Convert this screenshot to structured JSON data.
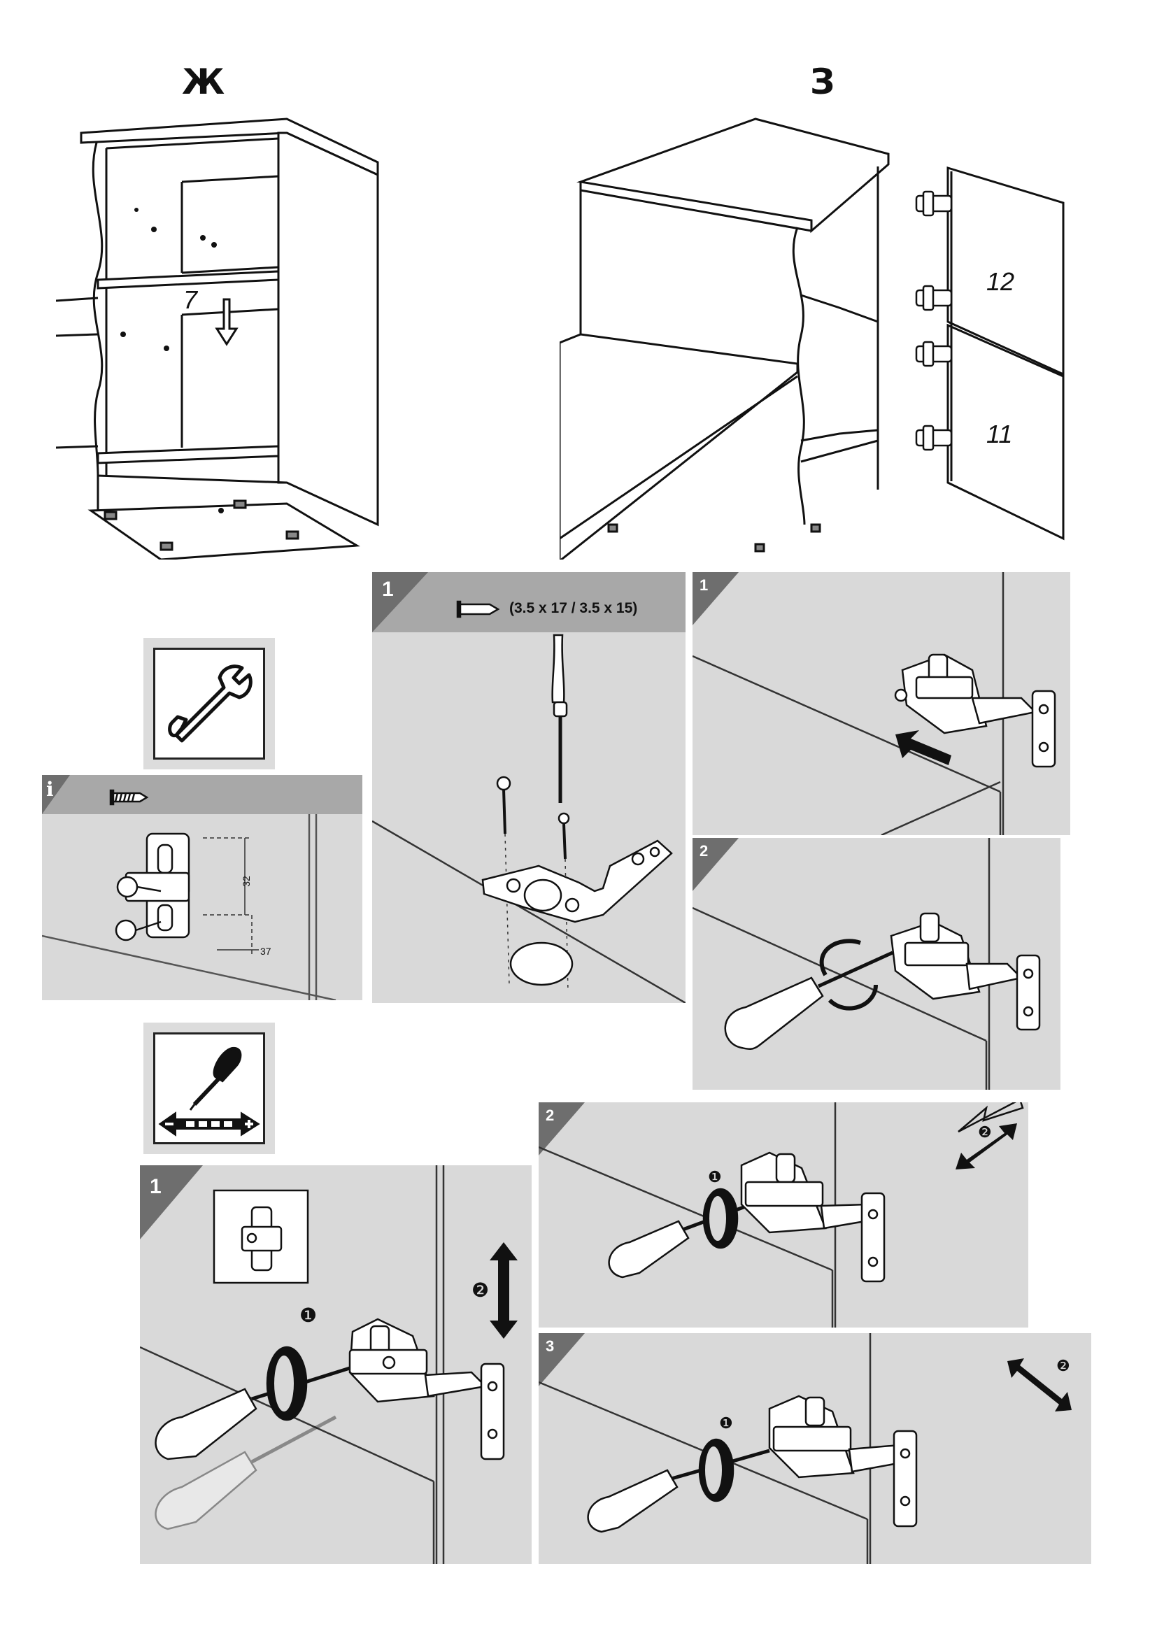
{
  "steps": {
    "left_letter": "Ж",
    "right_letter": "З"
  },
  "labels": {
    "panel_7": "7",
    "door_top": "12",
    "door_bottom": "11"
  },
  "info_panel": {
    "marker": "i",
    "dim_vertical": "32",
    "dim_horizontal": "37"
  },
  "screw_panel": {
    "step": "1",
    "spec": "(3.5 x 17 / 3.5 x 15)"
  },
  "mount_panels": {
    "mount_1": "1",
    "mount_2": "2"
  },
  "adjust_panels": {
    "adj_1": "1",
    "adj_2": "2",
    "adj_3": "3",
    "circle_1": "❶",
    "circle_2": "❷"
  },
  "icons": {
    "wrench": "wrench-icon",
    "screwdriver_adjust": "screwdriver-adjust-icon",
    "screw": "screw-icon"
  },
  "colors": {
    "panel_bg": "#d9d9d9",
    "header_bg": "#a8a8a8",
    "triangle": "#6e6e6e"
  }
}
